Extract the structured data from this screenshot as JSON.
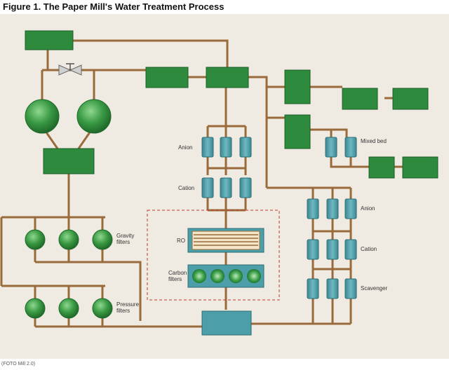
{
  "title": "Figure 1. The Paper Mill's Water Treatment Process",
  "credit": "(FOTO Mill 2.0)",
  "labels": {
    "anion_upper": "Anion",
    "cation_upper": "Cation",
    "mixed_bed": "Mixed bed",
    "ro": "RO",
    "carbon_filters": [
      "Carbon",
      "filters"
    ],
    "gravity_filters": [
      "Gravity",
      "filters"
    ],
    "pressure_filters": [
      "Pressure",
      "filters"
    ],
    "anion_right": "Anion",
    "cation_right": "Cation",
    "scavenger": "Scavenger"
  },
  "colors": {
    "background": "#efebe3",
    "pipe": "#9a6a3a",
    "box": "#2e8b3e",
    "box_stroke": "#1e5e29",
    "column": "#4c9ea8",
    "enclosure": "#c0392b"
  }
}
